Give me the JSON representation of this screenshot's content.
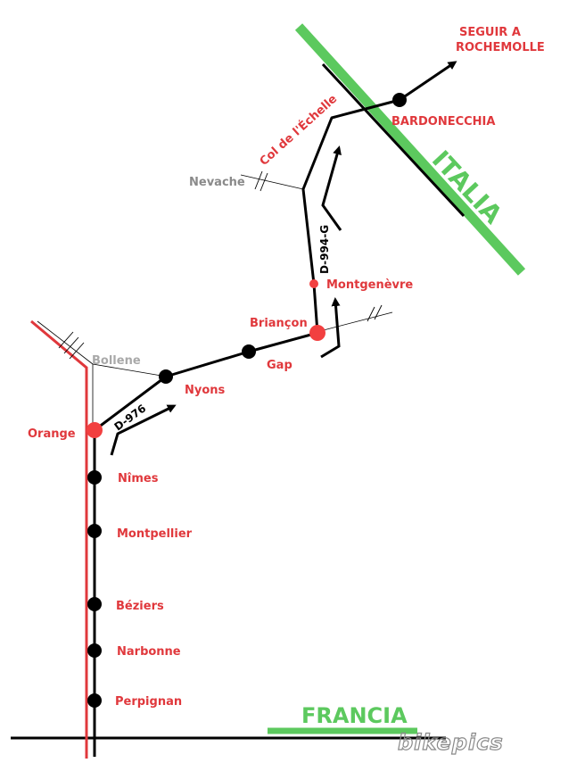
{
  "colors": {
    "border": "#5cc95e",
    "route": "#000000",
    "highway": "#e0383c",
    "city_label": "#e0383c",
    "minor_label": "#8a8a8a",
    "stop": "#000000",
    "highlight_stop": "#f24040"
  },
  "countries": {
    "france": "FRANCIA",
    "italy": "ITALIA"
  },
  "cities": {
    "orange": "Orange",
    "nimes": "Nîmes",
    "montpellier": "Montpellier",
    "beziers": "Béziers",
    "narbonne": "Narbonne",
    "perpignan": "Perpignan",
    "nyons": "Nyons",
    "gap": "Gap",
    "briancon": "Briançon",
    "montgenevre": "Montgenèvre",
    "bardonecchia": "BARDONECCHIA"
  },
  "minor_places": {
    "bollene": "Bollene",
    "nevache": "Nevache"
  },
  "passes": {
    "col_echelle": "Col de l'Échelle"
  },
  "roads": {
    "d976": "D-976",
    "d994g": "D-994-G"
  },
  "destination": {
    "line1": "SEGUIR A",
    "line2": "ROCHEMOLLE"
  },
  "watermark": "bikepics",
  "icons": [
    "direction-arrow-icon",
    "border-crossing-tick-icon"
  ]
}
